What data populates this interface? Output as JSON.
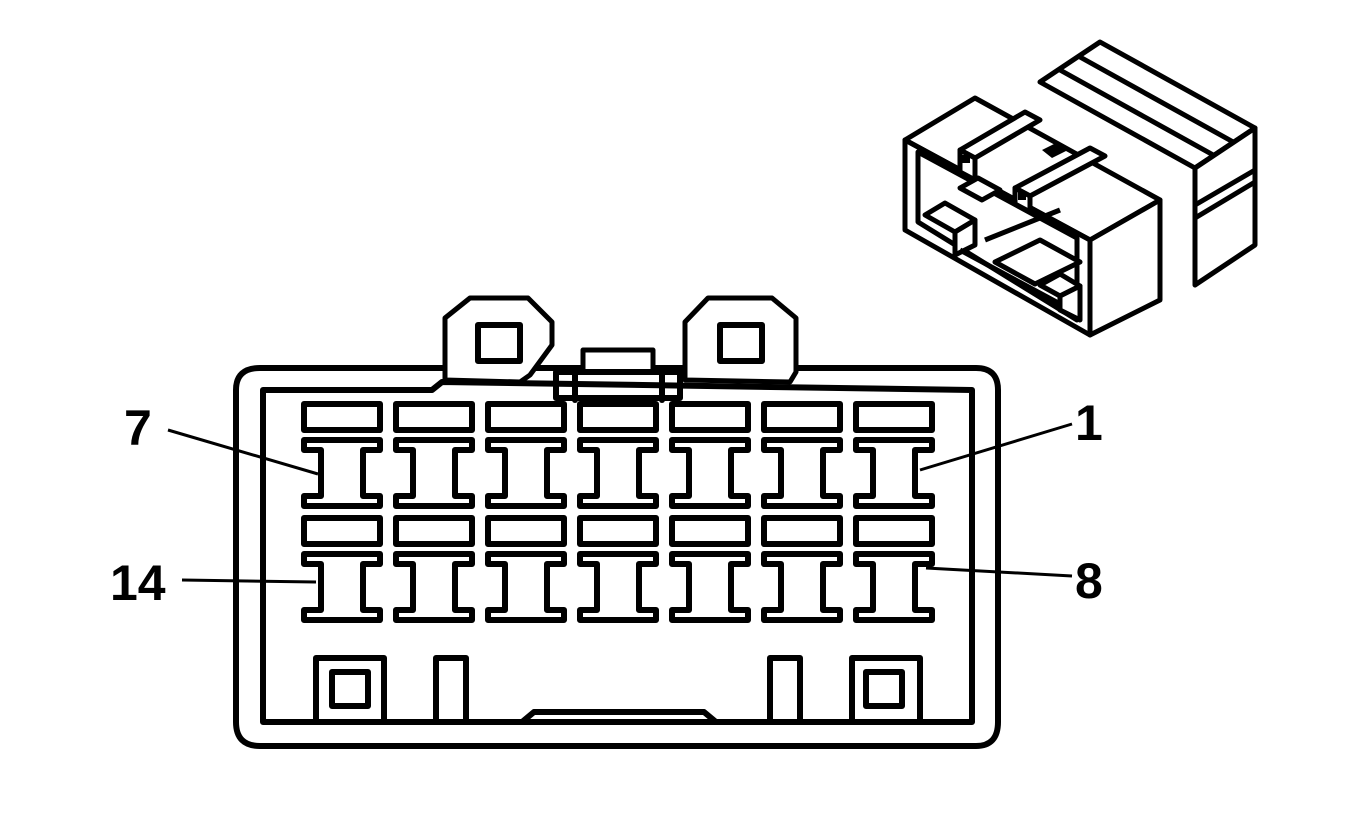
{
  "diagram": {
    "type": "connector-face-view",
    "pin_rows": 2,
    "pins_per_row": 7,
    "pin_labels": {
      "top_left": "7",
      "top_right": "1",
      "bottom_left": "14",
      "bottom_right": "8"
    }
  },
  "colors": {
    "line": "#000000",
    "background": "#ffffff"
  }
}
